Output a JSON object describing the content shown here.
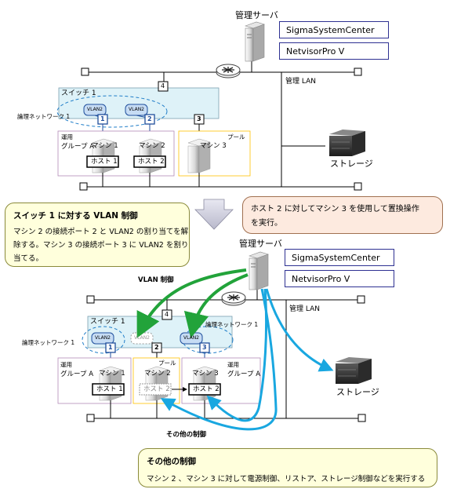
{
  "top": {
    "mgmt_server": "管理サーバ",
    "ssc": "SigmaSystemCenter",
    "nvp": "NetvisorPro V",
    "mgmt_lan": "管理 LAN",
    "switch1": "スイッチ 1",
    "logical_nw": "論理ネットワーク 1",
    "ops": "運用",
    "group_a": "グループ A",
    "pool": "プール",
    "machine1": "マシン 1",
    "machine2": "マシン 2",
    "machine3": "マシン 3",
    "host1": "ホスト 1",
    "host2": "ホスト 2",
    "vlan2a": "VLAN2",
    "vlan2b": "VLAN2",
    "port1": "1",
    "port2": "2",
    "port3": "3",
    "port4": "4",
    "storage": "ストレージ"
  },
  "callout_vlan": {
    "head": "スイッチ 1 に対する VLAN 制御",
    "line1": "マシン 2 の接続ポート 2 と VLAN2 の割り当てを解",
    "line2": "除する。マシン 3 の接続ポート 3 に VLAN2 を割り",
    "line3": "当てる。"
  },
  "callout_replace": {
    "line1": "ホスト 2 に対してマシン 3 を使用して置換操作",
    "line2": "を実行。"
  },
  "bottom": {
    "mgmt_server": "管理サーバ",
    "ssc": "SigmaSystemCenter",
    "nvp": "NetvisorPro V",
    "mgmt_lan": "管理 LAN",
    "vlan_ctrl": "VLAN 制御",
    "switch1": "スイッチ 1",
    "logical_nw_left": "論理ネットワーク 1",
    "logical_nw_right": "論理ネットワーク 1",
    "vlan2a": "VLAN2",
    "vlan2b": "VLAN2",
    "vlan2c": "VLAN2",
    "port1": "1",
    "port2": "2",
    "port3": "3",
    "port4": "4",
    "ops_left": "運用",
    "group_a_left": "グループ A",
    "pool": "プール",
    "ops_right": "運用",
    "group_a_right": "グループ A",
    "machine1": "マシン 1",
    "machine2": "マシン 2",
    "machine3": "マシン 3",
    "host1": "ホスト 1",
    "host2_old": "ホスト 2",
    "host2_new": "ホスト 2",
    "storage": "ストレージ",
    "other_ctrl": "その他の制御"
  },
  "callout_other": {
    "head": "その他の制御",
    "line1": "マシン 2 、マシン 3 に対して電源制御、リストア、ストレージ制御などを実行する"
  },
  "colors": {
    "callout_yellow": "#ffffdc",
    "callout_orange": "#fdeadf",
    "switch_fill": "#def2f8",
    "group_border": "#b38ab8",
    "pool_border": "#ffc000",
    "green_arrow": "#22a33a",
    "blue_arrow": "#19a7e0",
    "port_blue": "#1f4e9c"
  }
}
